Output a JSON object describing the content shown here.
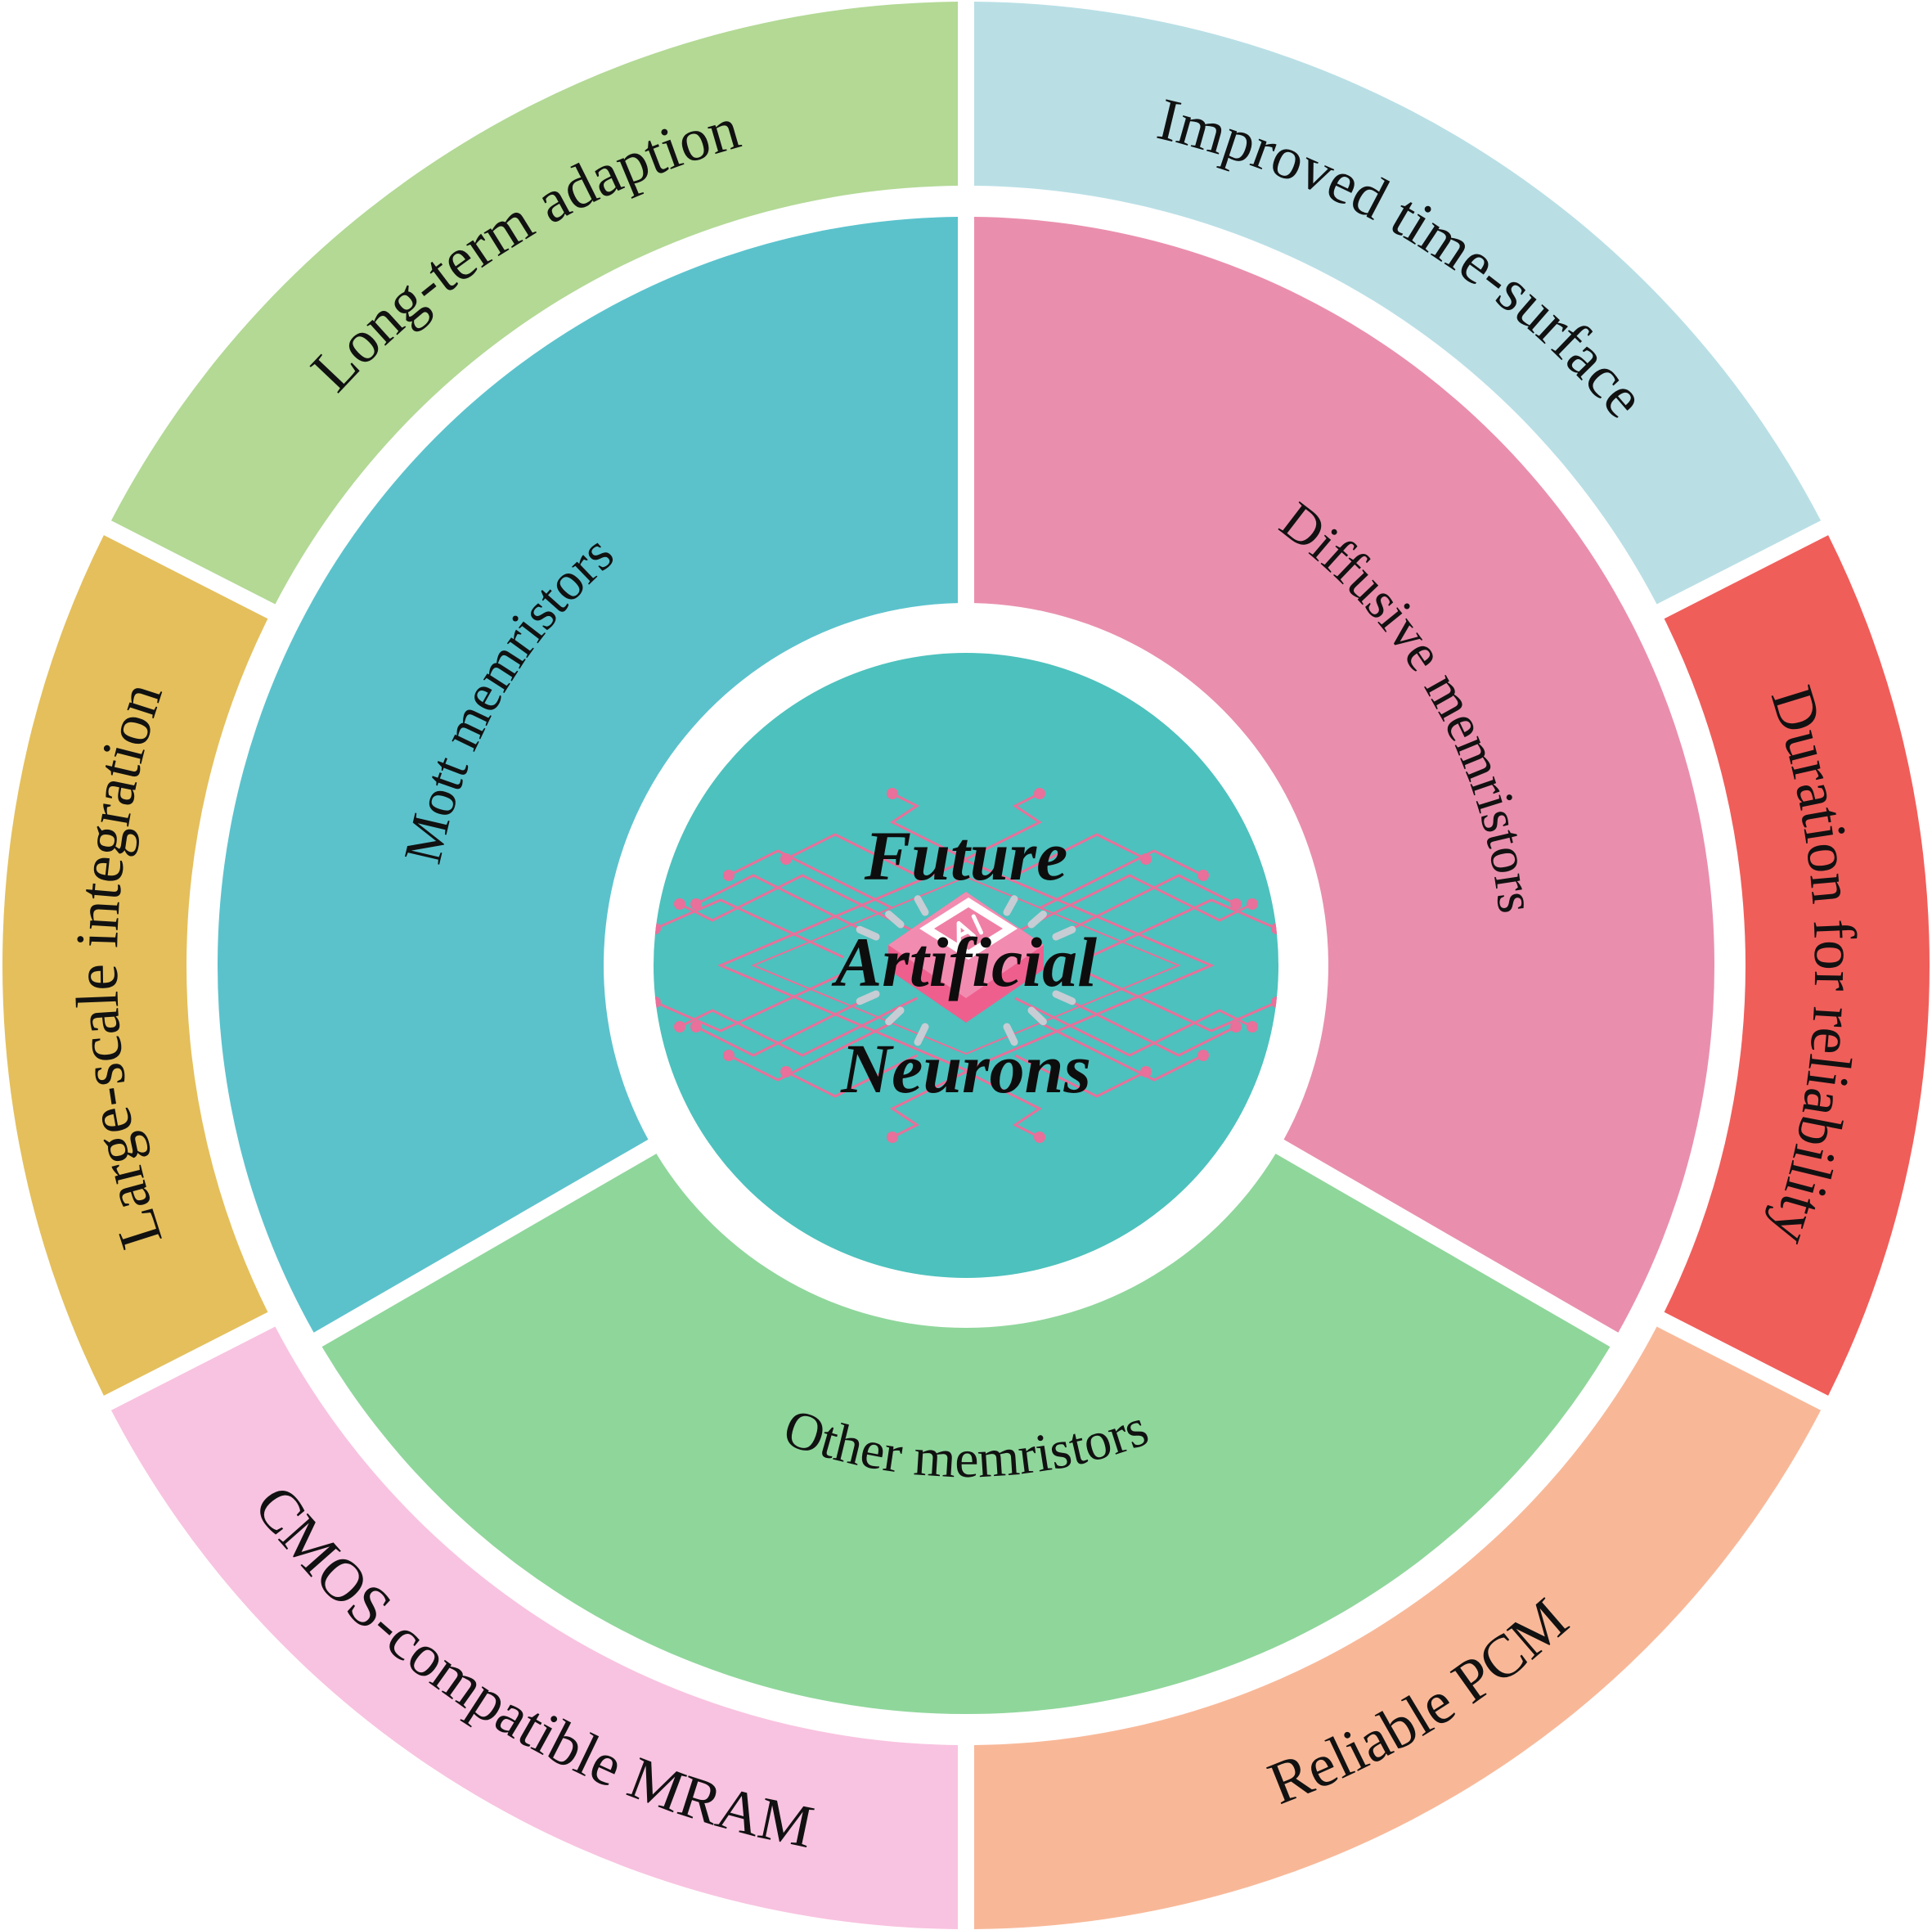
{
  "title": "Future Artificial Neurons",
  "center": {
    "lines": [
      "Future",
      "Artificial",
      "Neurons"
    ],
    "fill": "#4dc1bd",
    "icon": "ai-chip-circuit-icon",
    "chip_label": "AI",
    "circuit_color": "#e8709a",
    "chip_color": "#f28bb0"
  },
  "middle_ring": [
    {
      "label": "Mott memristors",
      "color": "#5bc2cc"
    },
    {
      "label": "Diffusive memristors",
      "color": "#e98fad"
    },
    {
      "label": "Other memristors",
      "color": "#8fd69b"
    }
  ],
  "outer_ring": [
    {
      "label": "Long-term adaption",
      "color": "#b3d995"
    },
    {
      "label": "Improved time-surface",
      "color": "#b9dfe5"
    },
    {
      "label": "Duration for reliability",
      "color": "#f05e5a"
    },
    {
      "label": "Reliable PCM",
      "color": "#f8b898"
    },
    {
      "label": "CMOS-compatible MRAM",
      "color": "#f8c3e0"
    },
    {
      "label": "Large-scale integration",
      "color": "#e4bf5c"
    }
  ]
}
